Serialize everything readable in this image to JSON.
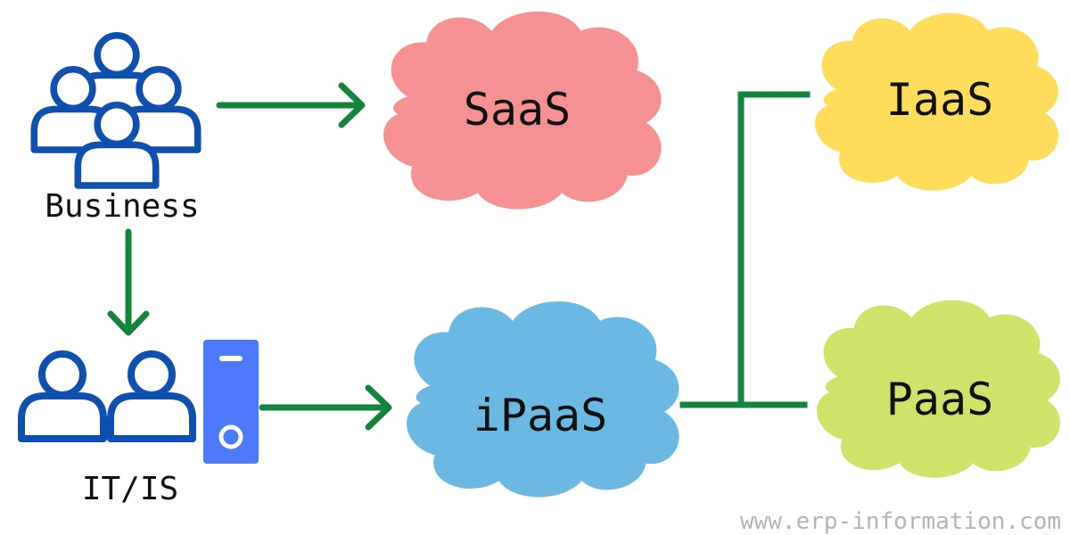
{
  "diagram": {
    "actors": {
      "business": {
        "label": "Business"
      },
      "itis": {
        "label": "IT/IS"
      }
    },
    "clouds": {
      "saas": {
        "label": "SaaS",
        "color": "#f69193"
      },
      "ipaas": {
        "label": "iPaaS",
        "color": "#6bb9e3"
      },
      "iaas": {
        "label": "IaaS",
        "color": "#fedd5c"
      },
      "paas": {
        "label": "PaaS",
        "color": "#cee36a"
      }
    },
    "watermark": "www.erp-information.com"
  },
  "colors": {
    "people_stroke": "#0f4fae",
    "arrow": "#13843d",
    "server": "#4d79fb"
  },
  "icons": {
    "business": "people-group-icon",
    "itis": "people-pair-icon",
    "server": "server-icon"
  }
}
